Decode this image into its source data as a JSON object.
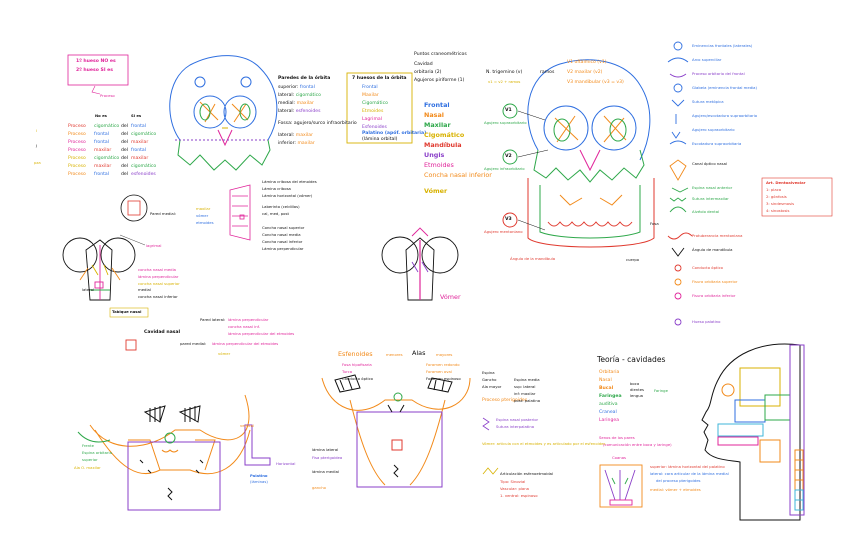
{
  "colors": {
    "orange": "#f28a1a",
    "green": "#2ea84a",
    "purple": "#8a3fc9",
    "pink": "#e0249a",
    "red": "#e03a2f",
    "yellow": "#d8b200",
    "blue": "#2f6fe0",
    "black": "#111111",
    "cyan": "#3fb6d9"
  },
  "note_box": {
    "line1": "1º hueso NO es",
    "line2": "2º hueso SI es",
    "tag": "Proceso"
  },
  "legend_small": [
    "l",
    "J",
    "pza"
  ],
  "table": {
    "col_head": [
      "No es",
      "Si es"
    ],
    "rows": [
      {
        "label": "Proceso",
        "a": "cigomático",
        "b": "del",
        "c": "frontal"
      },
      {
        "label": "Proceso",
        "a": "frontal",
        "b": "del",
        "c": "cigomático"
      },
      {
        "label": "Proceso",
        "a": "frontal",
        "b": "del",
        "c": "maxilar"
      },
      {
        "label": "Proceso",
        "a": "maxilar",
        "b": "del",
        "c": "frontal"
      },
      {
        "label": "Proceso",
        "a": "cigomático",
        "b": "del",
        "c": "maxilar"
      },
      {
        "label": "Proceso",
        "a": "maxilar",
        "b": "del",
        "c": "cigomático"
      },
      {
        "label": "Proceso",
        "a": "frontal",
        "b": "del",
        "c": "esfenoides"
      }
    ]
  },
  "orbita": {
    "title": "Paredes de la órbita",
    "lines": [
      {
        "k": "superior:",
        "v": "frontal"
      },
      {
        "k": "lateral:",
        "v": "cigomático"
      },
      {
        "k": "medial:",
        "v": "maxilar"
      },
      {
        "k": "lateral:",
        "v": "esfenoides"
      },
      {
        "k": "Fossa:",
        "v": "agujero/surco infraorbitario"
      },
      {
        "k": "lateral:",
        "v": "maxilar"
      },
      {
        "k": "inferior:",
        "v": "maxilar"
      }
    ]
  },
  "huesos_box": {
    "title": "7 huesos de la órbita",
    "items": [
      "Frontal",
      "Maxilar",
      "Cigomático",
      "Etmoides",
      "Lagrimal",
      "Esfenoides",
      "Palatino (apóf. orbitaria)"
    ],
    "footer": "(lámina orbital)"
  },
  "puntos": {
    "title": "Puntos craneométricos",
    "lines": [
      "Cavidad",
      "orbitaria (2)",
      "Agujeros piriforme (1)"
    ]
  },
  "trigemino": {
    "label": "N. trigemino (v)",
    "nervio": "ramos",
    "branches": [
      "V1 oftálmico (v1)",
      "V2 maxilar (v2)",
      "V3 mandibular (v3 = v3)"
    ],
    "sub": "v1 = v2 + ramos"
  },
  "bones_list": [
    "Frontal",
    "Nasal",
    "Maxilar",
    "Cigomático",
    "Mandíbula",
    "Ungis",
    "Etmoides",
    "Concha nasal inferior",
    "Vómer"
  ],
  "foramina": [
    {
      "badge": "V1",
      "label": "Agujero supraorbitario"
    },
    {
      "badge": "V2",
      "label": "Agujero infraorbitario"
    },
    {
      "badge": "V3",
      "label": "Agujero mentoniano"
    }
  ],
  "mandibula": {
    "angle": "Ángulo de la mandíbula",
    "fossa": "Fosa",
    "cuerpo": "cuerpo"
  },
  "right_legend": [
    "Eminencias frontales (laterales)",
    "Arco superciliar",
    "Proceso orbitario del frontal",
    "Glabela (eminencia frontal media)",
    "Sutura metópica",
    "Agujero/escotadura supraorbitario",
    "Agujero supraorbitario",
    "Escotadura supraorbitaria",
    "Canal óptico nasal",
    "Espina nasal anterior",
    "Sutura intermaxilar",
    "Alvéolo dental",
    "Protuberancia mentoniana",
    "Ángulo de mandíbula",
    "Conducto óptico",
    "Fisura orbitaria superior",
    "Fisura orbitaria inferior",
    "Hueso palatino"
  ],
  "side_box": {
    "title": "Art. Dentoalveolar",
    "lines": [
      "1: placa",
      "2: gónfosis",
      "3: sindesmosis",
      "4: sinostosis"
    ]
  },
  "nasal": {
    "left_labels": [
      "Pared medial:",
      "vómer",
      "etmoides"
    ],
    "cols": [
      "maxilar",
      "vómer",
      "etmoides"
    ],
    "right": [
      "Lámina cribosa del etmoides",
      "Lámina cribosa",
      "Lámina horizontal (vómer)",
      "Laberinto (celdillas)",
      "cal, med, post",
      "Concha nasal superior",
      "Concha nasal media",
      "Concha nasal inferior",
      "Lámina perpendicular"
    ],
    "labels2": [
      "lagrimal",
      "concha nasal media",
      "lámina perpendicular",
      "concha nasal superior",
      "concha nasal inferior",
      "medial",
      "lateral"
    ],
    "tabique": "Tabique nasal",
    "tabique_parts": [
      "Pared lateral:",
      "lámina perpendicular",
      "concha nasal inf.",
      "lámina perpendicular del etmoides"
    ],
    "cavidad": "Cavidad nasal",
    "pared_medial": "pared medial:",
    "pared_medial_v": "lámina perpendicular del etmoides",
    "vomer_small": "vómer"
  },
  "vomer_label": "Vómer",
  "esfenoides": {
    "title": "Esfenoides",
    "sub": "mayores",
    "alas": "Alas",
    "menores": "menores",
    "parts": [
      "Fosa hipofisaria",
      "Turca",
      "Conducto óptico",
      "Foramen redondo",
      "Foramen oval",
      "Foramen espinoso"
    ],
    "lam": [
      "lámina lateral",
      "Fisa pterigoidea",
      "lámina medial"
    ],
    "gancho": "gancho",
    "right_col": [
      "Espina",
      "Gancho",
      "Ala mayor"
    ],
    "proc": "Proceso pterigoides",
    "proc_parts": [
      "Espina media",
      "sup: lateral",
      "inf: maxilar",
      "post: palatina"
    ],
    "sutures": [
      "Espina nasal posterior",
      "Sutura interpalatina"
    ],
    "vomer_note": "Vómer: articula con el etmoides y es articulado por el esfenoides",
    "artic": "Articulación esfenoetmoidal",
    "artic_lines": [
      "Tipo: Sinovial",
      "Vascular: plana",
      "1. ventral: espinoso"
    ]
  },
  "palatino": {
    "title": "Palatino",
    "sub": "(láminas)",
    "vertical": "vertical",
    "horizontal": "Horizontal"
  },
  "frontal_left": [
    "Frente",
    "Espina orbitaria",
    "superior"
  ],
  "alas_left": "Ala O. maxilar",
  "teoria": {
    "title": "Teoría - cavidades",
    "items": [
      "Orbitaria",
      "Nasal",
      "Bucal",
      "Faringea",
      "auditiva",
      "Craneal",
      "Laringea"
    ],
    "bucal_desc": [
      "boca",
      "dientes",
      "lengua"
    ],
    "farin_desc": "Faringe",
    "notes": [
      "Senos de los pares",
      "(comunicación entre boca y laringe)",
      "Coanas"
    ]
  },
  "palatino_def": {
    "lines": [
      "superior: lámina horizontal del palatino",
      "lateral: cara articular de la lámina medial",
      "del proceso pterigoides",
      "medial: vómer + etmoides"
    ]
  }
}
